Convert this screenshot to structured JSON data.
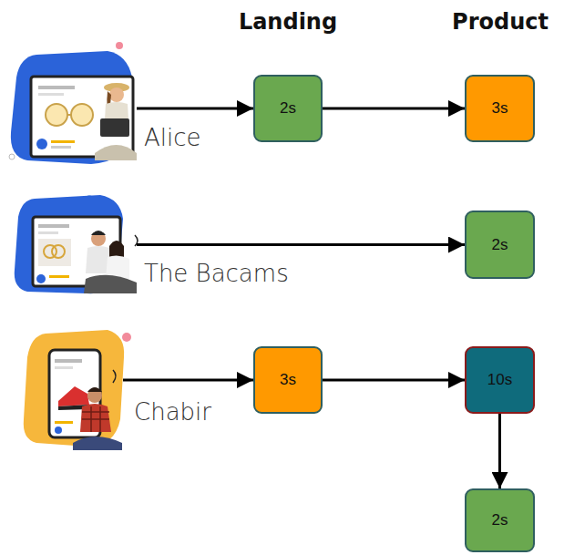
{
  "diagram": {
    "nodes": [
      {
        "text": [
          "Alice"
        ]
      },
      {
        "text": [
          "2s"
        ]
      },
      {
        "text": [
          "3s"
        ]
      },
      {
        "text": [
          "The Bacams"
        ]
      },
      {
        "text": [
          "2s"
        ]
      },
      {
        "text": [
          "Chabir"
        ]
      },
      {
        "text": [
          "3s"
        ]
      },
      {
        "text": [
          "10s"
        ]
      },
      {
        "text": [
          "2s"
        ]
      }
    ],
    "edges": [
      {
        "from": 0,
        "to": 1,
        "arrow": "to"
      },
      {
        "from": 1,
        "to": 2,
        "arrow": "to"
      },
      {
        "from": 3,
        "to": 4,
        "arrow": "to"
      },
      {
        "from": 5,
        "to": 6,
        "arrow": "to"
      },
      {
        "from": 6,
        "to": 7,
        "arrow": "to"
      },
      {
        "from": 7,
        "to": 8,
        "arrow": "to"
      }
    ],
    "labels": [
      "Landing",
      "Product"
    ]
  }
}
